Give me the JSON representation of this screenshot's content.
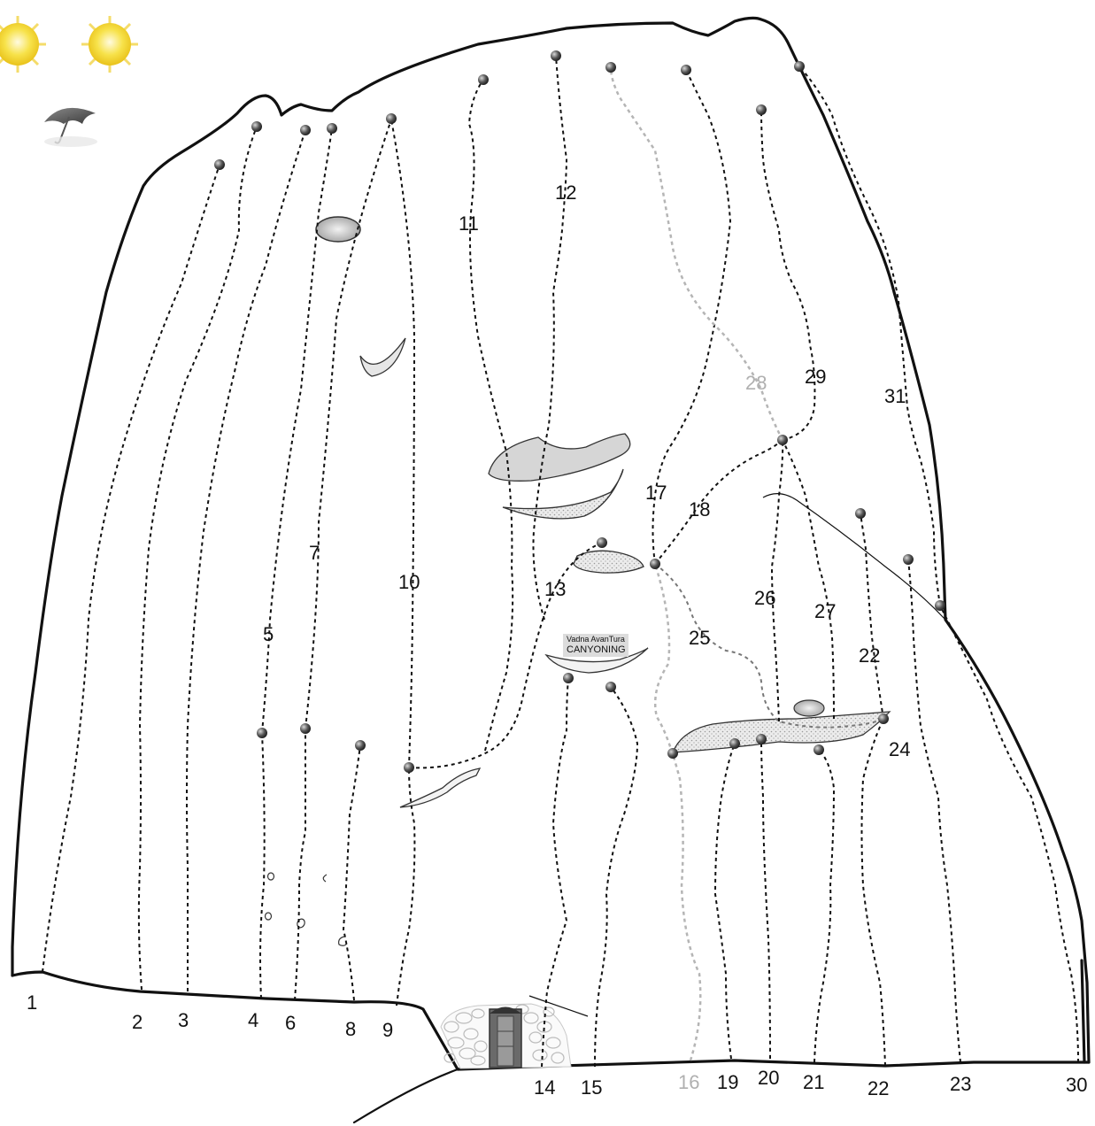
{
  "legend": {
    "sun_count": 2,
    "umbrella_icon": "umbrella-icon"
  },
  "sign": {
    "line1": "Vadna AvanTura",
    "line2": "CANYONING"
  },
  "routes": [
    {
      "id": "r1",
      "number": "1"
    },
    {
      "id": "r2",
      "number": "2"
    },
    {
      "id": "r3",
      "number": "3"
    },
    {
      "id": "r4",
      "number": "4"
    },
    {
      "id": "r5",
      "number": "5"
    },
    {
      "id": "r6",
      "number": "6"
    },
    {
      "id": "r7",
      "number": "7"
    },
    {
      "id": "r8",
      "number": "8"
    },
    {
      "id": "r9",
      "number": "9"
    },
    {
      "id": "r10",
      "number": "10"
    },
    {
      "id": "r11",
      "number": "11"
    },
    {
      "id": "r12",
      "number": "12"
    },
    {
      "id": "r13",
      "number": "13"
    },
    {
      "id": "r14",
      "number": "14"
    },
    {
      "id": "r15",
      "number": "15"
    },
    {
      "id": "r16",
      "number": "16"
    },
    {
      "id": "r17",
      "number": "17"
    },
    {
      "id": "r18",
      "number": "18"
    },
    {
      "id": "r19",
      "number": "19"
    },
    {
      "id": "r20",
      "number": "20"
    },
    {
      "id": "r21",
      "number": "21"
    },
    {
      "id": "r22a",
      "number": "22"
    },
    {
      "id": "r22b",
      "number": "22"
    },
    {
      "id": "r23",
      "number": "23"
    },
    {
      "id": "r24",
      "number": "24"
    },
    {
      "id": "r25",
      "number": "25"
    },
    {
      "id": "r26",
      "number": "26"
    },
    {
      "id": "r27",
      "number": "27"
    },
    {
      "id": "r28",
      "number": "28"
    },
    {
      "id": "r29",
      "number": "29"
    },
    {
      "id": "r30",
      "number": "30"
    },
    {
      "id": "r31",
      "number": "31"
    }
  ]
}
